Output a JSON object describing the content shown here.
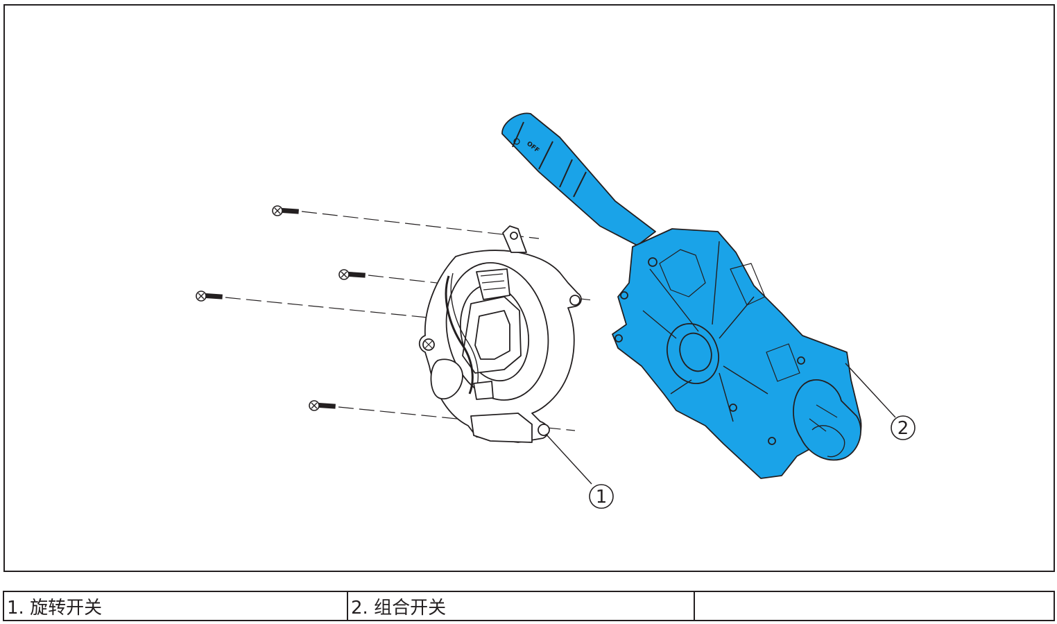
{
  "callouts": [
    {
      "number": "1"
    },
    {
      "number": "2"
    }
  ],
  "switch_markings": {
    "off": "OFF"
  },
  "legend": [
    {
      "text": "1. 旋转开关"
    },
    {
      "text": "2. 组合开关"
    },
    {
      "text": ""
    }
  ],
  "colors": {
    "component_highlight": "#1aa3e8",
    "outline": "#231f20",
    "background": "#ffffff"
  }
}
